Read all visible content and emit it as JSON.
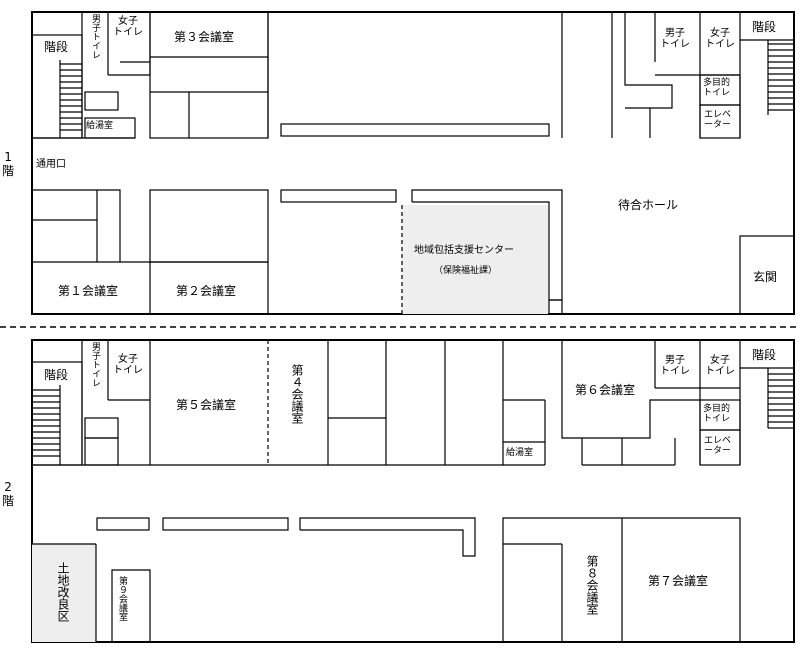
{
  "floor1": {
    "floor_label": "1\n階",
    "stairs": "階段",
    "mens_wc_left": "男子トイレ",
    "womens_wc_left": "女子\nトイレ",
    "pantry": "給湯室",
    "service_entrance": "通用口",
    "room3": "第３会議室",
    "room1": "第１会議室",
    "room2": "第２会議室",
    "support_center": "地域包括支援センター",
    "support_center_sub": "（保険福祉課）",
    "waiting_hall": "待合ホール",
    "mens_wc_right": "男子\nトイレ",
    "womens_wc_right": "女子\nトイレ",
    "stairs_right": "階段",
    "multipurpose_wc": "多目的\nトイレ",
    "elevator": "エレベ\nーター",
    "entrance": "玄関"
  },
  "floor2": {
    "floor_label": "2\n階",
    "stairs": "階段",
    "mens_wc_left": "男子トイレ",
    "womens_wc_left": "女子\nトイレ",
    "room5": "第５会議室",
    "room4": "第４会議室",
    "pantry": "給湯室",
    "room6": "第６会議室",
    "mens_wc_right": "男子\nトイレ",
    "womens_wc_right": "女子\nトイレ",
    "stairs_right": "階段",
    "multipurpose_wc": "多目的\nトイレ",
    "elevator": "エレベ\nーター",
    "land_improvement": "土地改良区",
    "room9": "第９会議室",
    "room8": "第８会議室",
    "room7": "第７会議室"
  }
}
